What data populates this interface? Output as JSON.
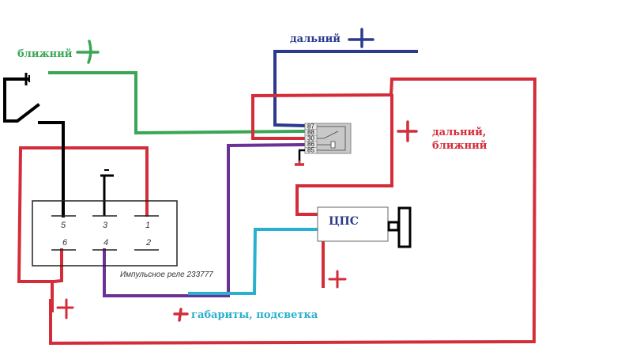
{
  "diagram": {
    "labels": {
      "low_beam": "ближний",
      "high_beam": "дальний",
      "high_low_beam_line1": "дальний,",
      "high_low_beam_line2": "ближний",
      "parking_lights": "габариты, подсветка",
      "plus": "+"
    },
    "impulse_relay": {
      "caption": "Импульсное реле 233777",
      "pins_top": [
        "5",
        "3",
        "1"
      ],
      "pins_bottom": [
        "6",
        "4",
        "2"
      ]
    },
    "relay": {
      "pins": [
        "87",
        "88",
        "30",
        "86",
        "85"
      ]
    },
    "cps": {
      "label": "ЦПС"
    },
    "colors": {
      "green": "#3aa655",
      "blue": "#2a3a8c",
      "red": "#d42d3a",
      "black": "#000000",
      "purple": "#6a3296",
      "cyan": "#29b0cf",
      "relay_fill": "#c8c8c8"
    }
  }
}
